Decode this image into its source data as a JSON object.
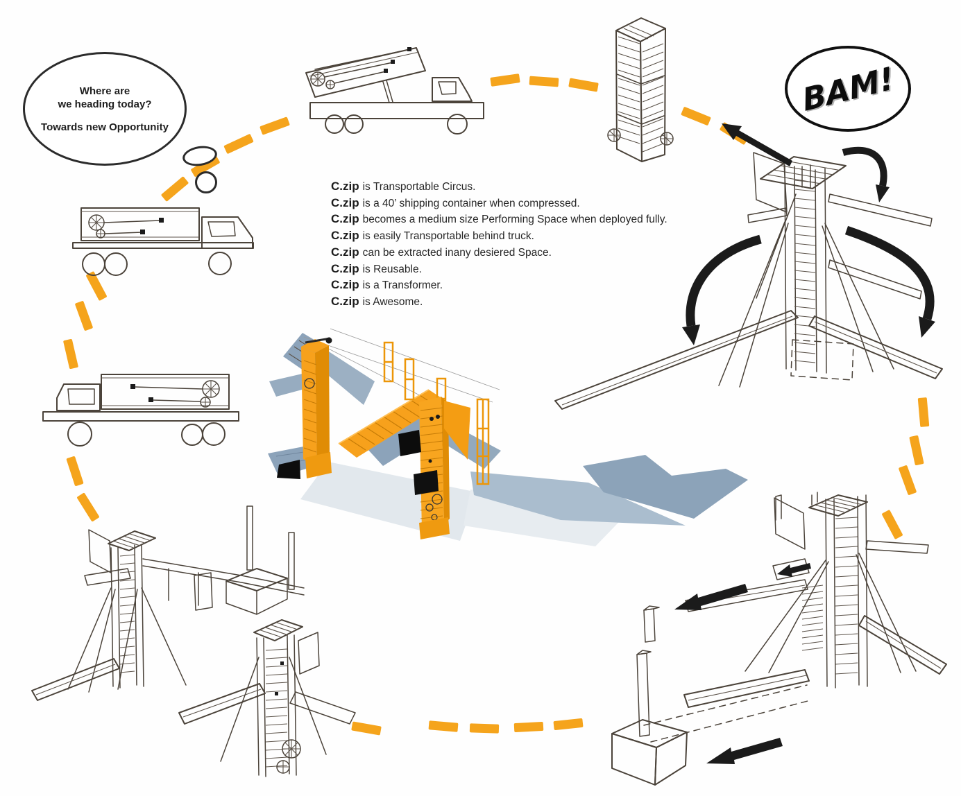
{
  "palette": {
    "accent_orange": "#F5A41C",
    "render_orange": "#F7A11C",
    "render_orange_dark": "#E08C05",
    "shadow_slate": "#8CA3B9",
    "sketch_ink": "#4B433A",
    "arrow_black": "#1B1B1B"
  },
  "thought_bubble": {
    "line1": "Where are",
    "line2": "we heading today?",
    "line3": "Towards new Opportunity"
  },
  "bam_bubble": {
    "text": "BAM!"
  },
  "features": {
    "items": [
      {
        "brand": "C.zip",
        "text": "is Transportable Circus."
      },
      {
        "brand": "C.zip",
        "text": "is a 40’ shipping container when compressed."
      },
      {
        "brand": "C.zip",
        "text": "becomes a medium size Performing Space when deployed fully."
      },
      {
        "brand": "C.zip",
        "text": "is easily Transportable behind truck."
      },
      {
        "brand": "C.zip",
        "text": "can be extracted inany desiered Space."
      },
      {
        "brand": "C.zip",
        "text": "is Reusable."
      },
      {
        "brand": "C.zip",
        "text": "is a Transformer."
      },
      {
        "brand": "C.zip",
        "text": "is Awesome."
      }
    ]
  }
}
